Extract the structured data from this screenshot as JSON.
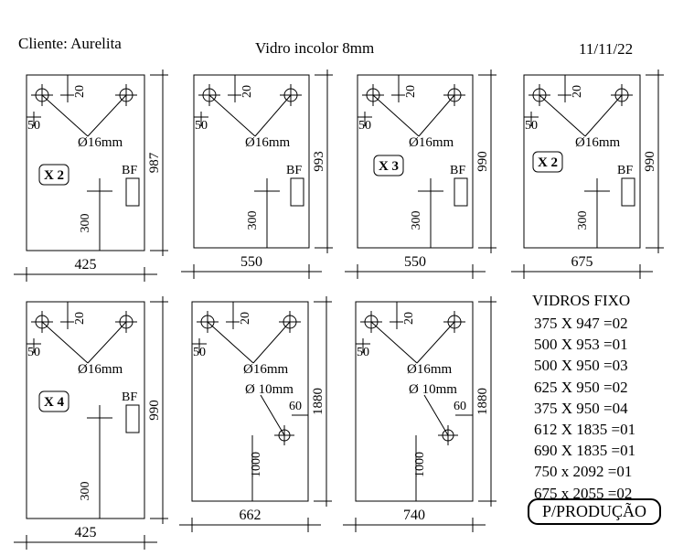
{
  "header": {
    "client": "Cliente: Aurelita",
    "material": "Vidro incolor 8mm",
    "date": "11/11/22"
  },
  "panels": [
    {
      "width_label": "425",
      "height_label": "987",
      "qty_label": "X 2",
      "hole_label": "Ø16mm",
      "top_dim": "20",
      "side_dim": "50",
      "bf_label": "BF",
      "handle_dim": "300",
      "type": "bf"
    },
    {
      "width_label": "550",
      "height_label": "993",
      "qty_label": "",
      "hole_label": "Ø16mm",
      "top_dim": "20",
      "side_dim": "50",
      "bf_label": "BF",
      "handle_dim": "300",
      "type": "bf"
    },
    {
      "width_label": "550",
      "height_label": "990",
      "qty_label": "X 3",
      "hole_label": "Ø16mm",
      "top_dim": "20",
      "side_dim": "50",
      "bf_label": "BF",
      "handle_dim": "300",
      "type": "bf"
    },
    {
      "width_label": "675",
      "height_label": "990",
      "qty_label": "X 2",
      "hole_label": "Ø16mm",
      "top_dim": "20",
      "side_dim": "50",
      "bf_label": "BF",
      "handle_dim": "300",
      "type": "bf"
    },
    {
      "width_label": "425",
      "height_label": "990",
      "qty_label": "X 4",
      "hole_label": "Ø16mm",
      "top_dim": "20",
      "side_dim": "50",
      "bf_label": "BF",
      "handle_dim": "300",
      "type": "bf"
    },
    {
      "width_label": "662",
      "height_label": "1880",
      "qty_label": "",
      "hole_label": "Ø16mm",
      "hole2_label": "Ø 10mm",
      "top_dim": "20",
      "side_dim": "50",
      "right_dim": "60",
      "handle_dim": "1000",
      "type": "door"
    },
    {
      "width_label": "740",
      "height_label": "1880",
      "qty_label": "",
      "hole_label": "Ø16mm",
      "hole2_label": "Ø 10mm",
      "top_dim": "20",
      "side_dim": "50",
      "right_dim": "60",
      "handle_dim": "1000",
      "type": "door"
    }
  ],
  "fixed_list": {
    "title": "VIDROS FIXO",
    "items": [
      "375 X 947 =02",
      "500 X 953 =01",
      "500 X 950 =03",
      "625 X 950 =02",
      "375 X 950 =04",
      "612 X 1835 =01",
      "690 X 1835 =01",
      "750 x 2092 =01",
      "675 x 2055 =02"
    ]
  },
  "stamp": "P/PRODUÇÃO"
}
